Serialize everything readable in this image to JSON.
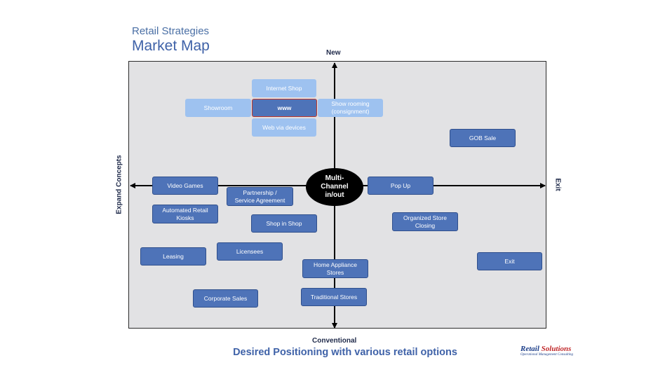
{
  "header": {
    "subtitle": "Retail Strategies",
    "title": "Market Map"
  },
  "axes": {
    "top": "New",
    "bottom": "Conventional",
    "left": "Expand Concepts",
    "right": "Exit"
  },
  "center": {
    "line1": "Multi-",
    "line2": "Channel",
    "line3": "in/out"
  },
  "nodes": {
    "internet_shop": "Internet Shop",
    "showroom": "Showroom",
    "www": "www",
    "show_rooming": "Show rooming\n(consignment)",
    "web_via_devices": "Web via devices",
    "gob_sale": "GOB Sale",
    "video_games": "Video Games",
    "partnership": "Partnership /\nService Agreement",
    "pop_up": "Pop Up",
    "automated_kiosks": "Automated Retail\nKiosks",
    "shop_in_shop": "Shop in Shop",
    "organized_closing": "Organized Store\nClosing",
    "leasing": "Leasing",
    "licensees": "Licensees",
    "home_appliance": "Home Appliance\nStores",
    "exit": "Exit",
    "corporate_sales": "Corporate Sales",
    "traditional_stores": "Traditional Stores"
  },
  "footer": {
    "tagline": "Desired Positioning with various retail options",
    "logo_word1": "Retail",
    "logo_word2": "Solutions",
    "logo_sub": "Operational Management Consulting"
  },
  "colors": {
    "dark_node": "#4e73b8",
    "light_node": "#9ec2f0",
    "highlight_border": "#c0392b",
    "panel": "#e2e2e4",
    "title": "#3f62a8"
  }
}
